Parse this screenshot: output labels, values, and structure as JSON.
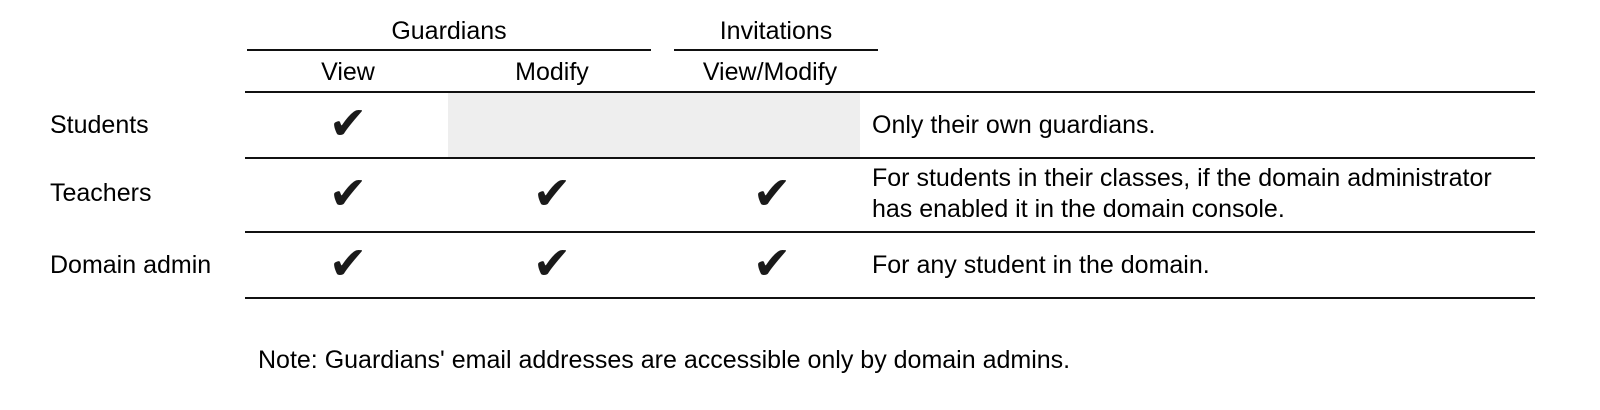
{
  "table": {
    "column_groups": [
      {
        "label": "Guardians"
      },
      {
        "label": "Invitations"
      }
    ],
    "columns": [
      "View",
      "Modify",
      "View/Modify"
    ],
    "check_glyph": "✔",
    "rows": [
      {
        "role": "Students",
        "permissions": {
          "view": true,
          "modify": false,
          "view_modify": false
        },
        "note": "Only their own guardians."
      },
      {
        "role": "Teachers",
        "permissions": {
          "view": true,
          "modify": true,
          "view_modify": true
        },
        "note": "For students in their classes, if the domain administrator has enabled it in the domain console."
      },
      {
        "role": "Domain admin",
        "permissions": {
          "view": true,
          "modify": true,
          "view_modify": true
        },
        "note": "For any student in the domain."
      }
    ]
  },
  "footnote": "Note: Guardians' email addresses are accessible only by domain admins.",
  "colors": {
    "text": "#000000",
    "line": "#111111",
    "check": "#1a1a1a",
    "disabled_cell": "#eeeeee"
  }
}
